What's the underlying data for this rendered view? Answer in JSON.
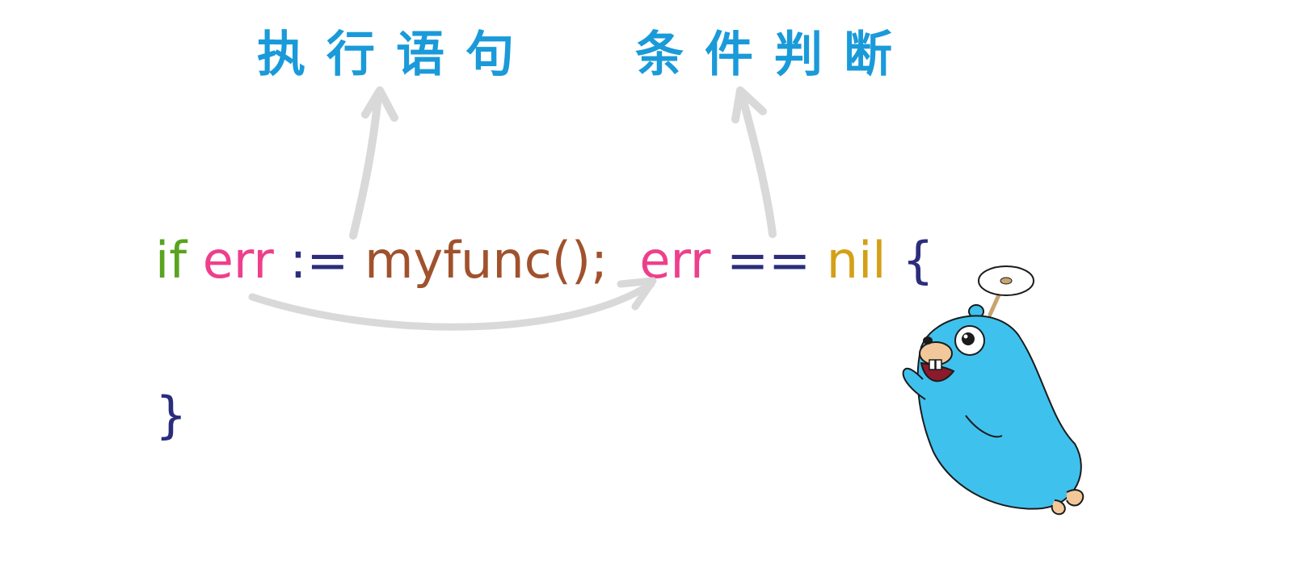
{
  "labels": {
    "exec_statement": "执行语句",
    "condition": "条件判断"
  },
  "code": {
    "line1": [
      {
        "text": "if",
        "color": "#5aa320"
      },
      {
        "text": " ",
        "color": "#000000"
      },
      {
        "text": "err",
        "color": "#ee3f8c"
      },
      {
        "text": " ",
        "color": "#000000"
      },
      {
        "text": ":=",
        "color": "#2b2d7c"
      },
      {
        "text": " ",
        "color": "#000000"
      },
      {
        "text": "myfunc();",
        "color": "#a0522d"
      },
      {
        "text": "  ",
        "color": "#000000"
      },
      {
        "text": "err",
        "color": "#ee3f8c"
      },
      {
        "text": " ",
        "color": "#000000"
      },
      {
        "text": "==",
        "color": "#2b2d7c"
      },
      {
        "text": " ",
        "color": "#000000"
      },
      {
        "text": "nil",
        "color": "#d4a017"
      },
      {
        "text": " ",
        "color": "#000000"
      },
      {
        "text": "{",
        "color": "#2b2d7c"
      }
    ],
    "line2": [
      {
        "text": "}",
        "color": "#2b2d7c"
      }
    ]
  },
  "colors": {
    "label": "#1a9ad9",
    "arrow": "#d9d9d9",
    "gopher_body": "#3fc1ee",
    "gopher_outline": "#1b1b1b"
  },
  "mascot": "gopher-with-propeller"
}
